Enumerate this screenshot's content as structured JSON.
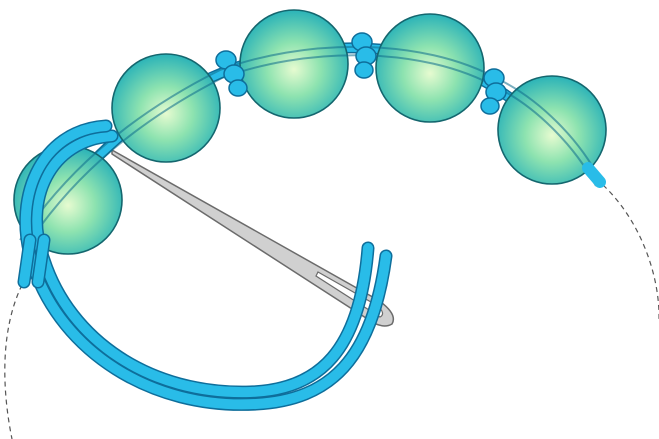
{
  "illustration": {
    "subject": "beading-tie-off-diagram",
    "bead_count": 5,
    "knot_count": 3,
    "colors": {
      "background": "#ffffff",
      "cord": "#29bce8",
      "cord_outline": "#0e6e9b",
      "bead_center": "#e6fbd0",
      "bead_mid": "#8ee3b0",
      "bead_edge": "#2bb3b8",
      "bead_outline": "#14666e",
      "needle": "#d0d0d0",
      "needle_outline": "#6b6b6b",
      "guide_line": "#555555"
    },
    "icons": [
      "bead",
      "knot",
      "needle",
      "cord-loop"
    ]
  }
}
